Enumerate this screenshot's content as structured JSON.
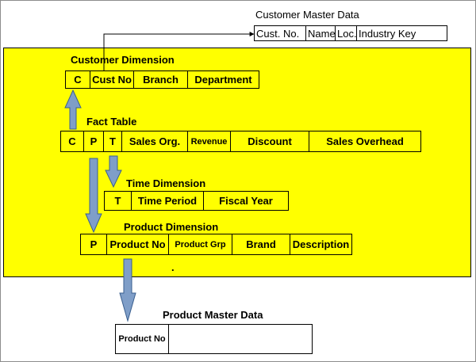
{
  "customer_master": {
    "title": "Customer Master Data",
    "fields": [
      "Cust. No.",
      "Name",
      "Loc.",
      "Industry Key"
    ]
  },
  "customer_dimension": {
    "title": "Customer Dimension",
    "fields": [
      "C",
      "Cust No",
      "Branch",
      "Department"
    ]
  },
  "fact_table": {
    "title": "Fact Table",
    "fields": [
      "C",
      "P",
      "T",
      "Sales Org.",
      "Revenue",
      "Discount",
      "Sales Overhead"
    ]
  },
  "time_dimension": {
    "title": "Time Dimension",
    "fields": [
      "T",
      "Time Period",
      "Fiscal Year"
    ]
  },
  "product_dimension": {
    "title": "Product Dimension",
    "fields": [
      "P",
      "Product No",
      "Product Grp",
      "Brand",
      "Description"
    ]
  },
  "product_master": {
    "title": "Product Master Data",
    "fields": [
      "Product No",
      ""
    ]
  },
  "stray_mark": ".",
  "colors": {
    "panel": "#ffff00",
    "arrow": "#7f9ec8",
    "border": "#000000"
  }
}
